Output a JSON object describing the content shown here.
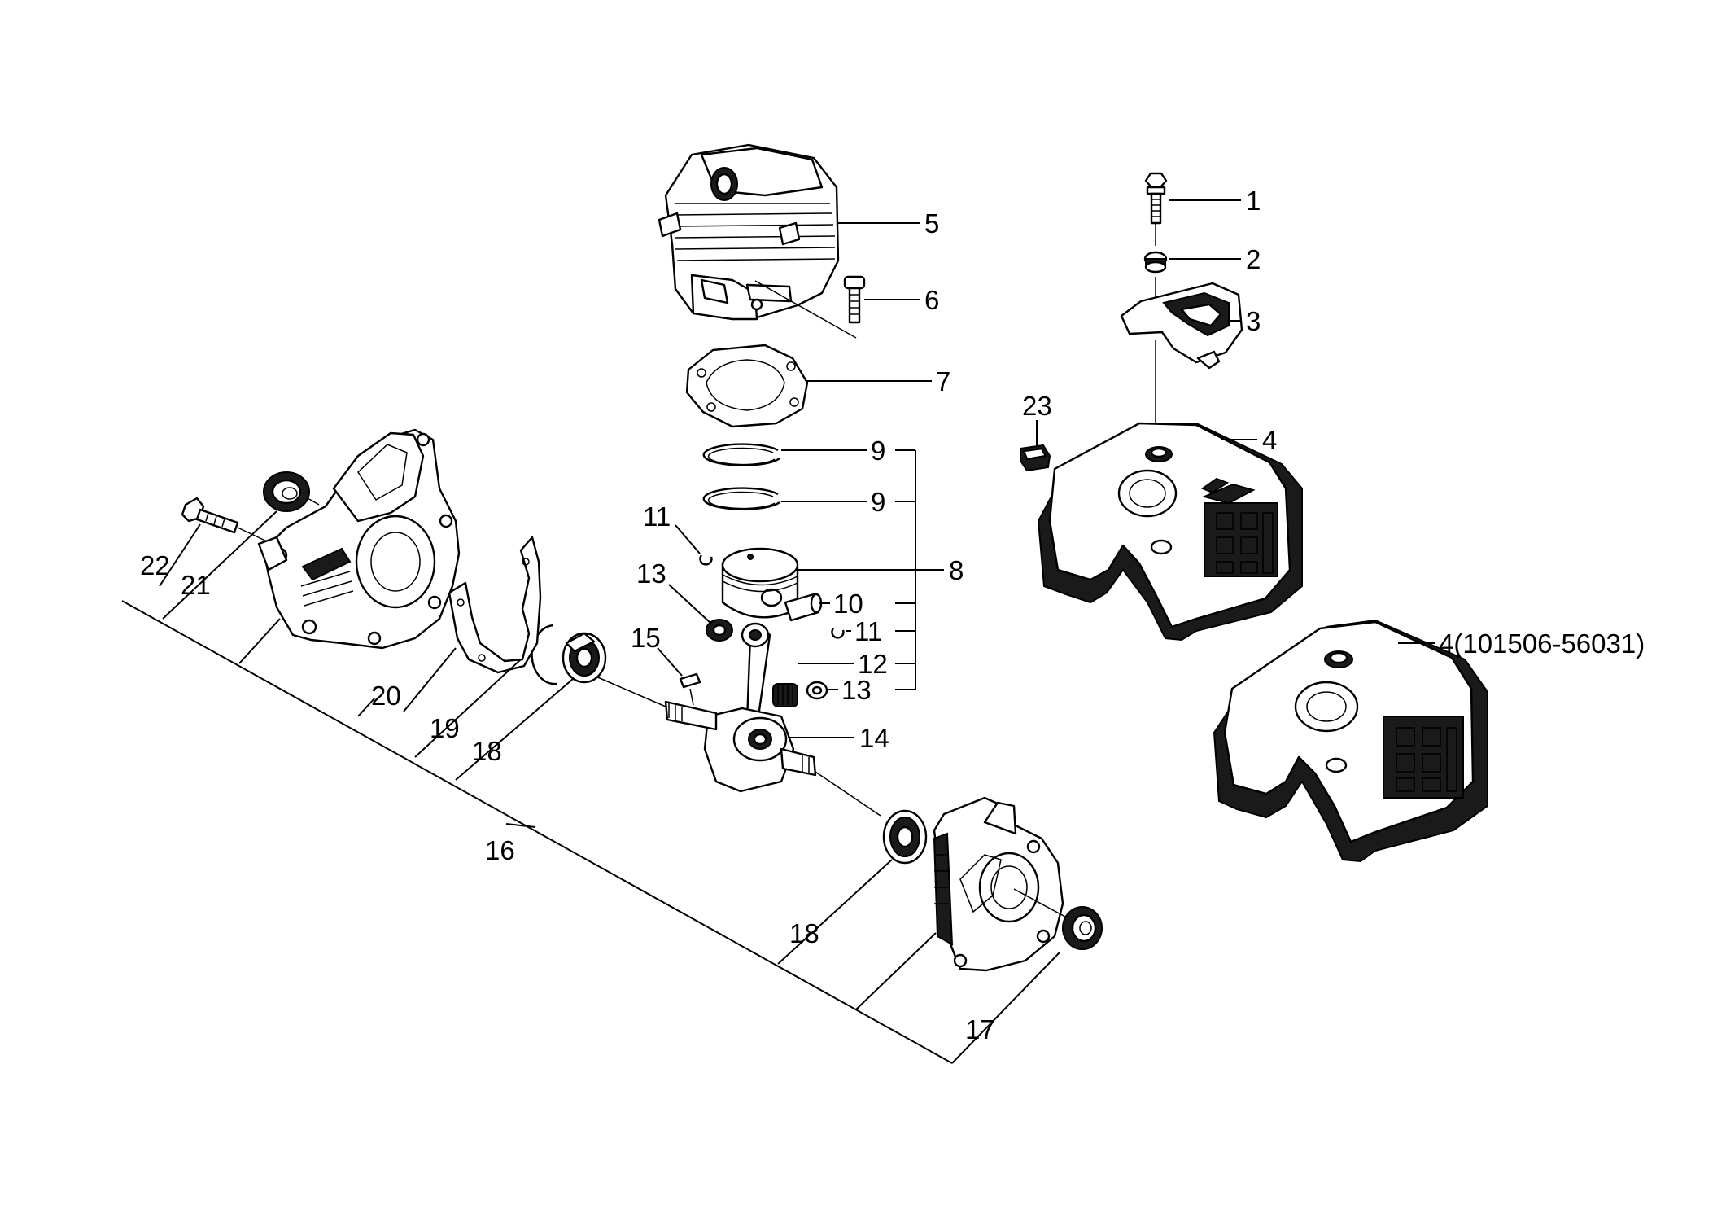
{
  "labels": {
    "l1": "1",
    "l2": "2",
    "l3": "3",
    "l4": "4",
    "l4alt": "4(101506-56031)",
    "l5": "5",
    "l6": "6",
    "l7": "7",
    "l8": "8",
    "l9a": "9",
    "l9b": "9",
    "l10": "10",
    "l11a": "11",
    "l11b": "11",
    "l12": "12",
    "l13a": "13",
    "l13b": "13",
    "l14": "14",
    "l15": "15",
    "l16": "16",
    "l17": "17",
    "l18a": "18",
    "l18b": "18",
    "l19": "19",
    "l20": "20",
    "l21": "21",
    "l22": "22",
    "l23": "23"
  }
}
